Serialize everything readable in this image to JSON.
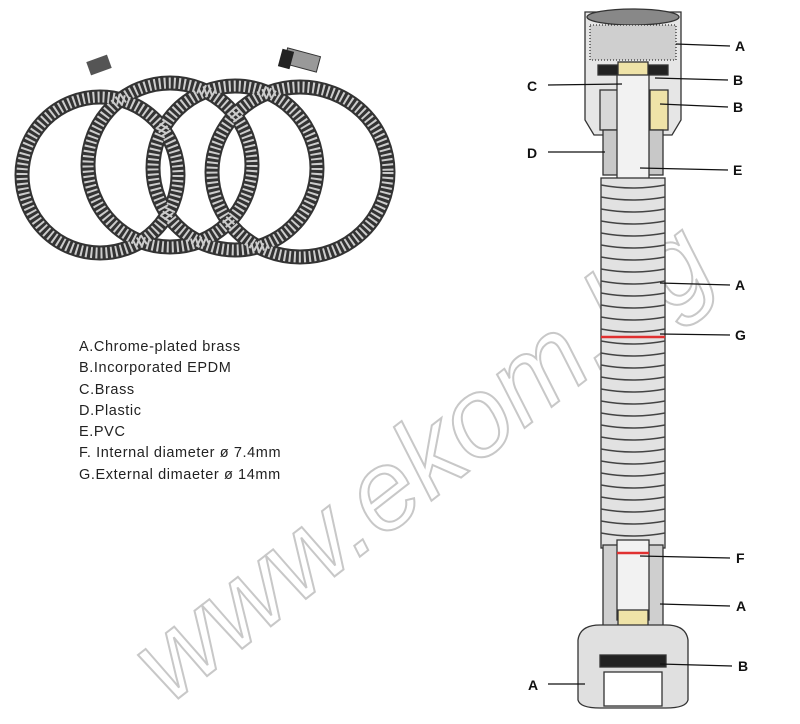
{
  "legend": [
    "A.Chrome-plated brass",
    "B.Incorporated EPDM",
    "C.Brass",
    "D.Plastic",
    "E.PVC",
    "F. Internal diameter ø 7.4mm",
    "G.External dimaeter ø 14mm"
  ],
  "callouts": {
    "a_top": "A",
    "b_top1": "B",
    "c": "C",
    "b_top2": "B",
    "d": "D",
    "e": "E",
    "a_hose": "A",
    "g": "G",
    "f": "F",
    "a_bottom_right": "A",
    "a_bottom_left": "A",
    "b_bottom": "B"
  },
  "watermark": "www.ekom.bg",
  "colors": {
    "marker_red": "#e03030",
    "brass": "#efe3a8"
  }
}
